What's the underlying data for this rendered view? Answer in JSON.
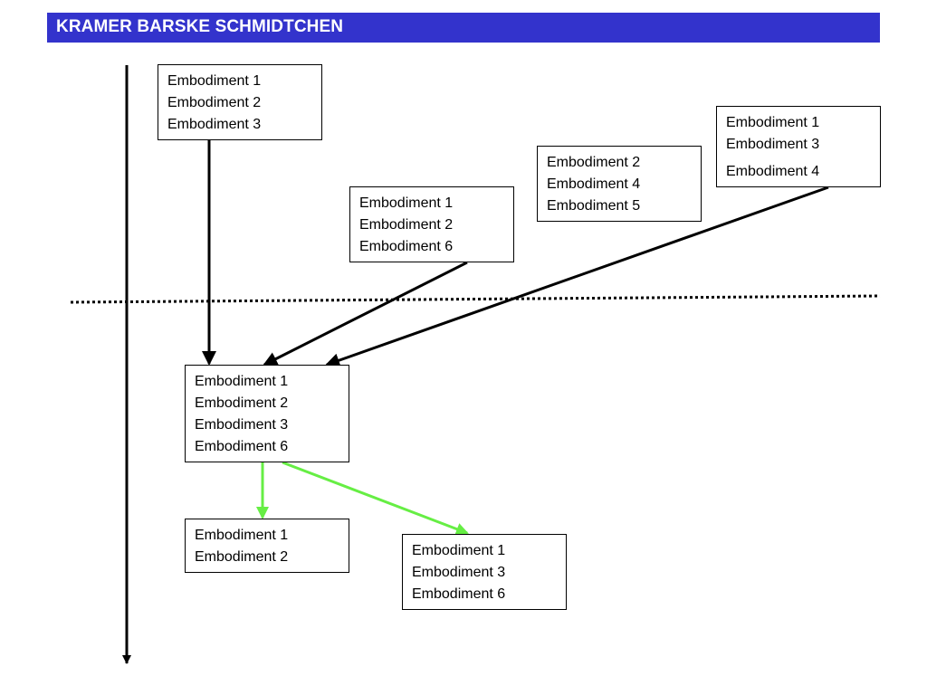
{
  "header": {
    "title": "KRAMER BARSKE SCHMIDTCHEN",
    "background": "#3333cc",
    "text_color": "#ffffff"
  },
  "boxes": {
    "top_left": [
      "Embodiment 1",
      "Embodiment 2",
      "Embodiment 3"
    ],
    "middle": [
      "Embodiment 1",
      "Embodiment 2",
      "Embodiment 6"
    ],
    "middle_right": [
      "Embodiment 2",
      "Embodiment 4",
      "Embodiment 5"
    ],
    "top_right": [
      "Embodiment 1",
      "Embodiment 3",
      "Embodiment 4"
    ],
    "merged": [
      "Embodiment 1",
      "Embodiment 2",
      "Embodiment 3",
      "Embodiment 6"
    ],
    "bottom_left": [
      "Embodiment 1",
      "Embodiment 2"
    ],
    "bottom_right": [
      "Embodiment 1",
      "Embodiment 3",
      "Embodiment 6"
    ]
  },
  "colors": {
    "primary_arrow": "#000000",
    "secondary_arrow": "#66ee44",
    "divider": "#000000"
  }
}
